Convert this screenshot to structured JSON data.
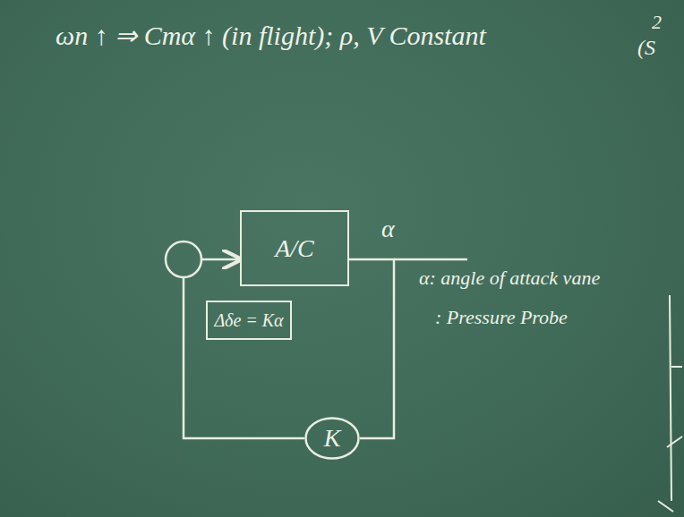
{
  "diagram": {
    "nodes": [
      {
        "text": [
          "A/C"
        ]
      },
      {
        "text": [
          "K"
        ]
      },
      {
        "text": [
          "Δδe = Kα"
        ]
      }
    ],
    "edges": [
      {
        "from": 0,
        "to": 1,
        "arrow": "none"
      },
      {
        "from": 1,
        "to": 0,
        "arrow": "to"
      }
    ],
    "labels": [
      "ωn ↑ ⇒ Cmα ↑ (in flight); ρ, V Constant",
      "α",
      "α: angle of attack vane",
      ": Pressure Probe",
      "2",
      "(S"
    ]
  }
}
